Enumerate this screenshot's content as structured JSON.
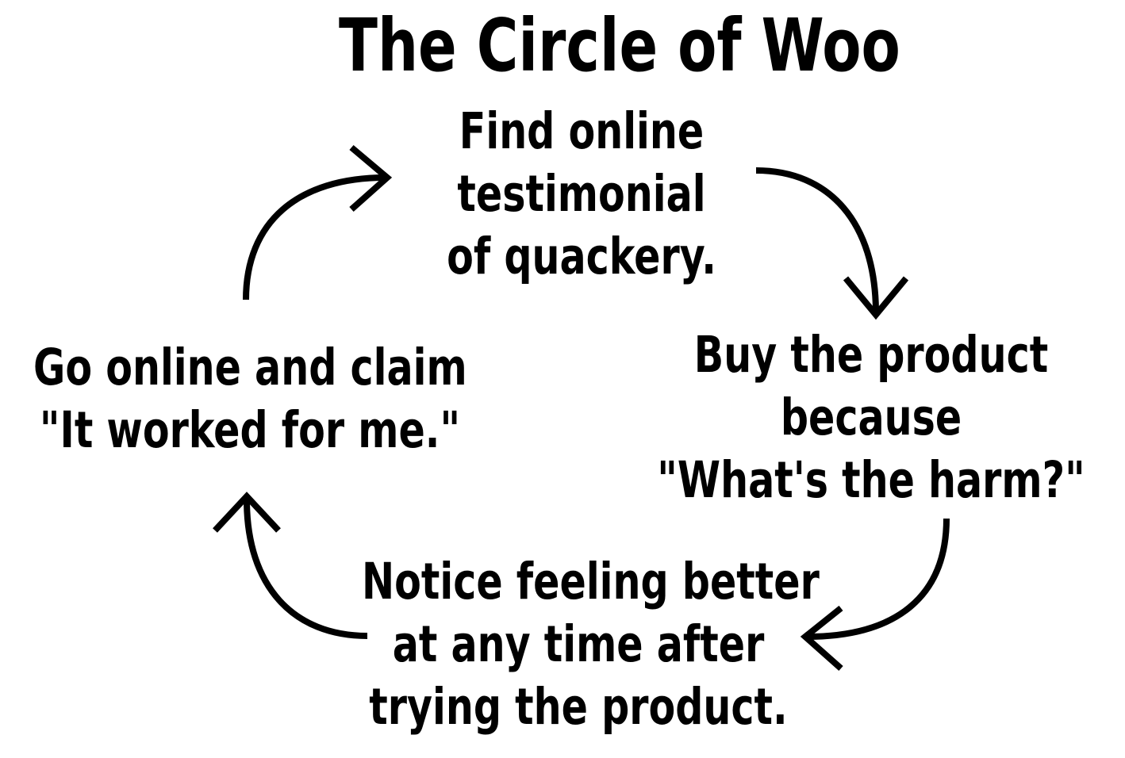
{
  "title": "The Circle of Woo",
  "nodes": {
    "top": "Find online\ntestimonial\nof quackery.",
    "right": "Buy the product\nbecause\n\"What's the harm?\"",
    "bottom": "Notice feeling better\nat any time after\ntrying the product.",
    "left": "Go online and claim\n\"It worked for me.\""
  },
  "colors": {
    "background": "#ffffff",
    "ink": "#000000"
  }
}
